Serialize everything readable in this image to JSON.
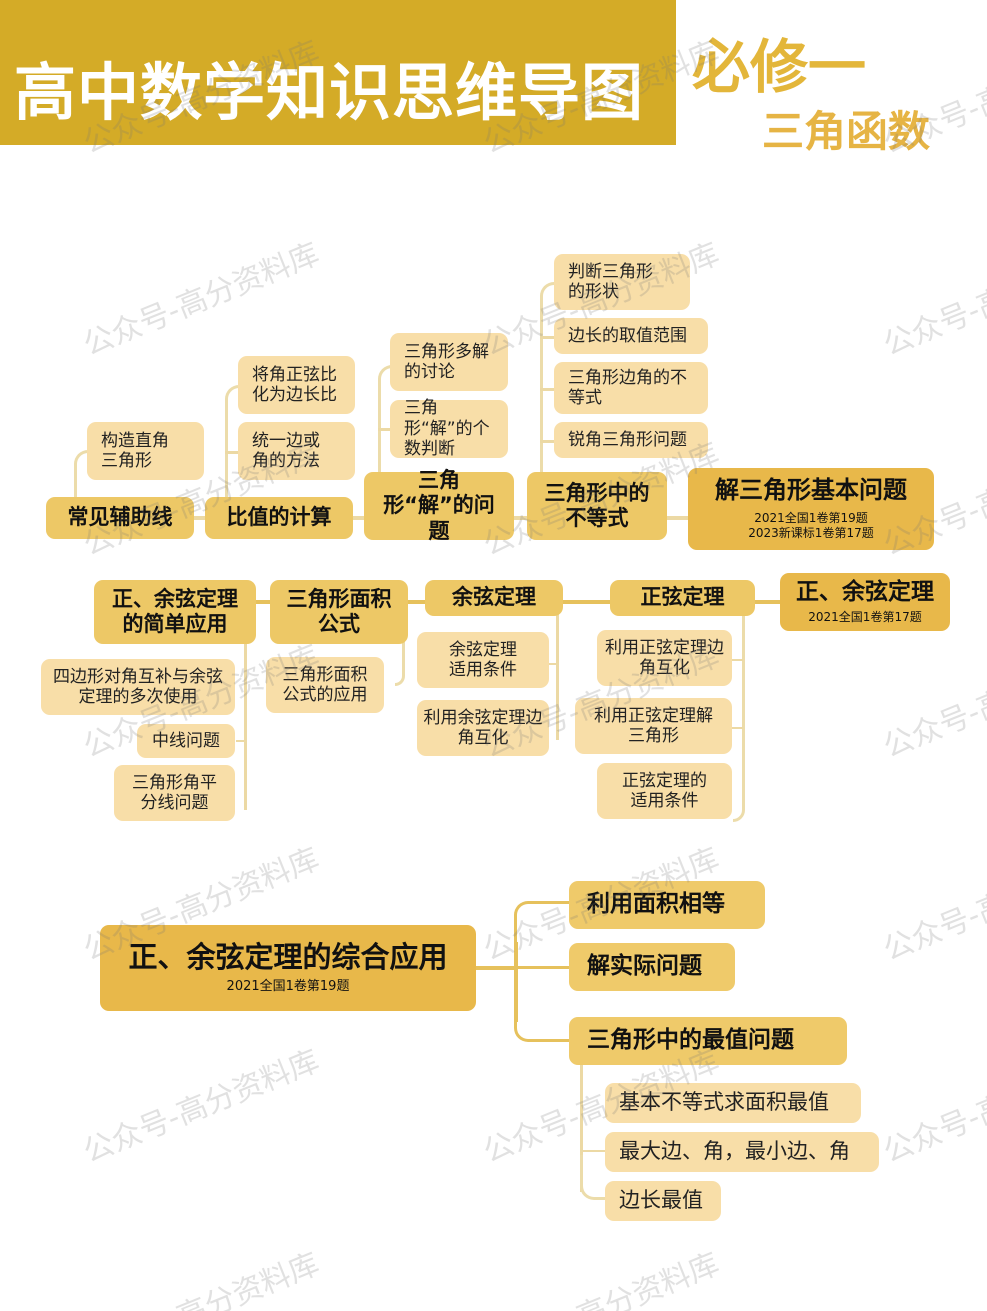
{
  "header": {
    "title": "高中数学知识思维导图",
    "subtitle_course": "必修一",
    "subtitle_topic": "三角函数"
  },
  "colors": {
    "header_band": "#d4ab27",
    "subtitle": "#e3b63a",
    "root_node": "#e8b84a",
    "main_node": "#edc866",
    "leaf_node": "#f8dea8",
    "connector": "#ecd9a4"
  },
  "section1": {
    "root": {
      "label": "解三角形基本问题",
      "note1": "2021全国1卷第19题",
      "note2": "2023新课标1卷第17题"
    },
    "branches": [
      {
        "label": "三角形中的不等式",
        "children": [
          "判断三角形的形状",
          "边长的取值范围",
          "三角形边角的不等式",
          "锐角三角形问题"
        ]
      },
      {
        "label": "三角形“解”的问题",
        "children": [
          "三角形多解的讨论",
          "三角形“解”的个数判断"
        ]
      },
      {
        "label": "比值的计算",
        "children": [
          "将角正弦比化为边长比",
          "统一边或角的方法"
        ]
      },
      {
        "label": "常见辅助线",
        "children": [
          "构造直角三角形"
        ]
      }
    ]
  },
  "section2": {
    "root": {
      "label": "正、余弦定理",
      "note": "2021全国1卷第17题"
    },
    "branches": [
      {
        "label": "正弦定理",
        "children": [
          "利用正弦定理边角互化",
          "利用正弦定理解三角形",
          "正弦定理的适用条件"
        ]
      },
      {
        "label": "余弦定理",
        "children": [
          "余弦定理适用条件",
          "利用余弦定理边角互化"
        ]
      },
      {
        "label": "三角形面积公式",
        "children": [
          "三角形面积公式的应用"
        ]
      },
      {
        "label": "正、余弦定理的简单应用",
        "children": [
          "四边形对角互补与余弦定理的多次使用",
          "中线问题",
          "三角形角平分线问题"
        ]
      }
    ]
  },
  "section3": {
    "root": {
      "label": "正、余弦定理的综合应用",
      "note": "2021全国1卷第19题"
    },
    "branches": [
      {
        "label": "利用面积相等",
        "children": []
      },
      {
        "label": "解实际问题",
        "children": []
      },
      {
        "label": "三角形中的最值问题",
        "children": [
          "基本不等式求面积最值",
          "最大边、角，最小边、角",
          "边长最值"
        ]
      }
    ]
  },
  "watermark": {
    "text": "公众号-高分资料库"
  }
}
